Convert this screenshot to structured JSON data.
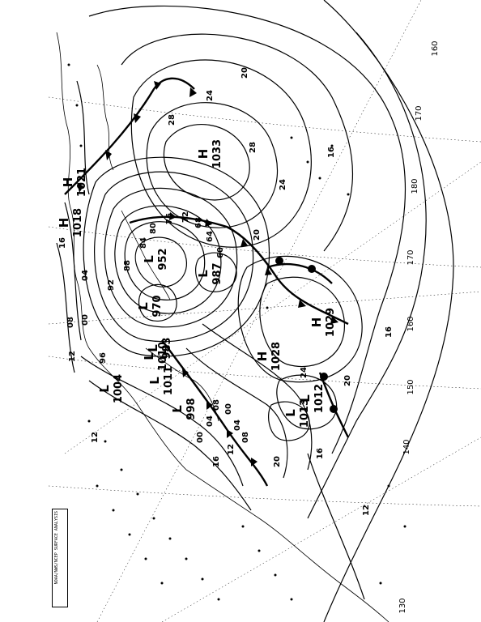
{
  "map": {
    "legend_text": "NOAA/NWS/NCEP SURFACE ANALYSIS",
    "longitudes": [
      "130",
      "140",
      "150",
      "160",
      "170",
      "180",
      "170",
      "160"
    ],
    "pressure_centers": [
      {
        "value": "1033",
        "type": "H"
      },
      {
        "value": "1028",
        "type": "H"
      },
      {
        "value": "1029",
        "type": "H"
      },
      {
        "value": "952",
        "type": "L"
      },
      {
        "value": "970",
        "type": "L"
      },
      {
        "value": "987",
        "type": "L"
      },
      {
        "value": "983",
        "type": "L"
      },
      {
        "value": "1004",
        "type": "L"
      },
      {
        "value": "1010",
        "type": "L"
      },
      {
        "value": "1011",
        "type": "L"
      },
      {
        "value": "998",
        "type": "L"
      },
      {
        "value": "1012",
        "type": "L"
      },
      {
        "value": "1013",
        "type": "L"
      },
      {
        "value": "1018",
        "type": "H"
      },
      {
        "value": "1021",
        "type": "H"
      }
    ],
    "isobar_labels": [
      "20",
      "24",
      "28",
      "28",
      "24",
      "20",
      "16",
      "12",
      "08",
      "04",
      "00",
      "96",
      "92",
      "88",
      "84",
      "80",
      "76",
      "72",
      "68",
      "64",
      "60",
      "16",
      "20",
      "24",
      "16",
      "12",
      "08",
      "04",
      "00",
      "16",
      "12",
      "08",
      "04",
      "00",
      "12",
      "16",
      "20"
    ]
  }
}
